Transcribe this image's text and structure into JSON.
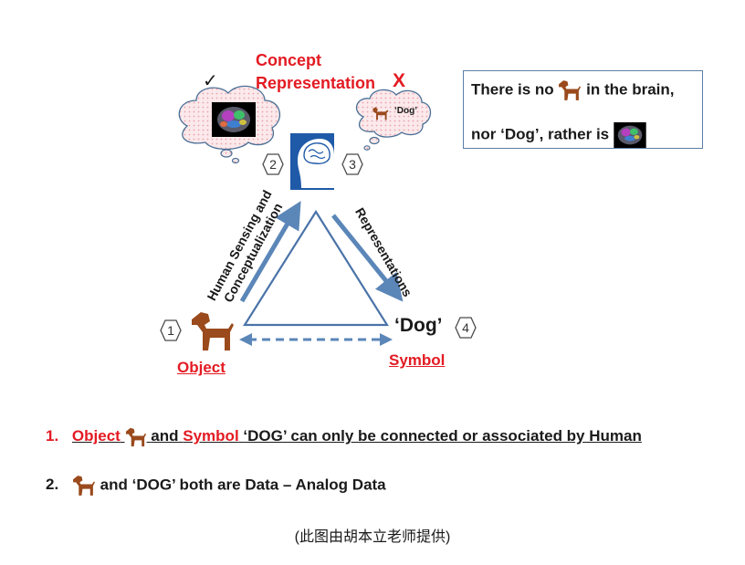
{
  "concept_representation": {
    "line1": "Concept",
    "line2": "Representation",
    "check": "✓",
    "cross": "X",
    "bubble_symbol_text": "‘Dog’"
  },
  "info_box": {
    "line1_before": "There is no",
    "line1_after": "in the brain,",
    "line2_before": "nor ‘Dog’, rather is"
  },
  "edges": {
    "left_line1": "Human Sensing and",
    "left_line2": "Conceptualization",
    "right": "Representations"
  },
  "nodes": {
    "object_label": "Object",
    "symbol_label": "Symbol",
    "symbol_text": "‘Dog’",
    "num1": "1",
    "num2": "2",
    "num3": "3",
    "num4": "4"
  },
  "statements": {
    "s1_num": "1.",
    "s1_object": "Object",
    "s1_and": "and",
    "s1_symbol": "Symbol",
    "s1_rest": "‘DOG’ can only be connected or associated by Human",
    "s2_num": "2.",
    "s2_rest": "and ‘DOG’ both are Data – Analog Data"
  },
  "caption": "(此图由胡本立老师提供)",
  "colors": {
    "red": "#e31b23",
    "arrow_blue": "#5b86b8",
    "dark_blue": "#1f4e8c",
    "cloud_pink": "#f6d8dc"
  }
}
